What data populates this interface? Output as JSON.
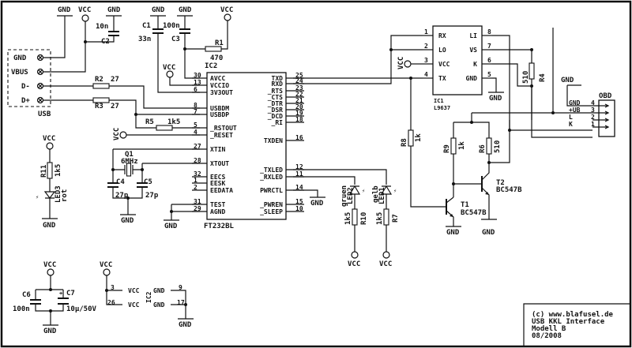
{
  "title_block": {
    "line1": "(c) www.blafusel.de",
    "line2": "USB KKL Interface",
    "line3": "Modell B",
    "line4": "08/2008"
  },
  "net_labels": {
    "gnd": "GND",
    "vcc": "VCC"
  },
  "usb": {
    "label": "USB",
    "pins": [
      "GND",
      "VBUS",
      "D-",
      "D+"
    ]
  },
  "capacitors": {
    "c1": {
      "ref": "C1",
      "value": "33n"
    },
    "c2": {
      "ref": "C2",
      "value": "10n"
    },
    "c3": {
      "ref": "C3",
      "value": "100n"
    },
    "c4": {
      "ref": "C4",
      "value": "27p"
    },
    "c5": {
      "ref": "C5",
      "value": "27p"
    },
    "c6": {
      "ref": "C6",
      "value": "100n"
    },
    "c7": {
      "ref": "C7",
      "value": "10µ/50V"
    }
  },
  "resistors": {
    "r1": {
      "ref": "R1",
      "value": "470"
    },
    "r2": {
      "ref": "R2",
      "value": "27"
    },
    "r3": {
      "ref": "R3",
      "value": "27"
    },
    "r4": {
      "ref": "R4",
      "value": "510"
    },
    "r5": {
      "ref": "R5",
      "value": "1k5"
    },
    "r6": {
      "ref": "R6",
      "value": "510"
    },
    "r7": {
      "ref": "R7",
      "value": "1k5"
    },
    "r8": {
      "ref": "R8",
      "value": "1k"
    },
    "r9": {
      "ref": "R9",
      "value": "1k"
    },
    "r10": {
      "ref": "R10",
      "value": "1k5"
    },
    "r11": {
      "ref": "R11",
      "value": "1k5"
    }
  },
  "crystal": {
    "ref": "Q1",
    "value": "6MHz"
  },
  "leds": {
    "led1": {
      "ref": "LED1",
      "color": "gelb"
    },
    "led2": {
      "ref": "LED2",
      "color": "gruen"
    },
    "led3": {
      "ref": "LED3",
      "color": "rot"
    }
  },
  "transistors": {
    "t1": {
      "ref": "T1",
      "type": "BC547B"
    },
    "t2": {
      "ref": "T2",
      "type": "BC547B"
    }
  },
  "ic2": {
    "ref": "IC2",
    "part": "FT232BL",
    "left_pins": [
      {
        "num": "30",
        "name": "AVCC"
      },
      {
        "num": "13",
        "name": "VCCIO"
      },
      {
        "num": "6",
        "name": "3V3OUT"
      },
      {
        "num": "8",
        "name": "USBDM"
      },
      {
        "num": "7",
        "name": "USBDP"
      },
      {
        "num": "5",
        "name": "_RSTOUT"
      },
      {
        "num": "4",
        "name": "_RESET"
      },
      {
        "num": "27",
        "name": "XTIN"
      },
      {
        "num": "28",
        "name": "XTOUT"
      },
      {
        "num": "32",
        "name": "EECS"
      },
      {
        "num": "1",
        "name": "EESK"
      },
      {
        "num": "2",
        "name": "EEDATA"
      },
      {
        "num": "31",
        "name": "TEST"
      },
      {
        "num": "29",
        "name": "AGND"
      }
    ],
    "right_pins": [
      {
        "num": "25",
        "name": "TXD"
      },
      {
        "num": "24",
        "name": "RXD"
      },
      {
        "num": "23",
        "name": "_RTS"
      },
      {
        "num": "22",
        "name": "_CTS"
      },
      {
        "num": "21",
        "name": "_DTR"
      },
      {
        "num": "20",
        "name": "_DSR"
      },
      {
        "num": "19",
        "name": "_DCD"
      },
      {
        "num": "18",
        "name": "_RI"
      },
      {
        "num": "16",
        "name": "TXDEN"
      },
      {
        "num": "12",
        "name": "_TXLED"
      },
      {
        "num": "11",
        "name": "_RXLED"
      },
      {
        "num": "14",
        "name": "PWRCTL"
      },
      {
        "num": "15",
        "name": "_PWREN"
      },
      {
        "num": "10",
        "name": "_SLEEP"
      }
    ],
    "power_pins": [
      {
        "num": "3",
        "name": "VCC"
      },
      {
        "num": "26",
        "name": "VCC"
      },
      {
        "num": "9",
        "name": "GND"
      },
      {
        "num": "17",
        "name": "GND"
      }
    ]
  },
  "ic1": {
    "ref": "IC1",
    "part": "L9637",
    "left_pins": [
      {
        "num": "1",
        "name": "RX"
      },
      {
        "num": "2",
        "name": "LO"
      },
      {
        "num": "3",
        "name": "VCC"
      },
      {
        "num": "4",
        "name": "TX"
      }
    ],
    "right_pins": [
      {
        "num": "8",
        "name": "LI"
      },
      {
        "num": "7",
        "name": "VS"
      },
      {
        "num": "6",
        "name": "K"
      },
      {
        "num": "5",
        "name": "GND"
      }
    ]
  },
  "obd": {
    "label": "OBD",
    "pins": [
      {
        "num": "4",
        "name": "GND"
      },
      {
        "num": "3",
        "name": "+UB"
      },
      {
        "num": "2",
        "name": "L"
      },
      {
        "num": "1",
        "name": "K"
      }
    ]
  }
}
